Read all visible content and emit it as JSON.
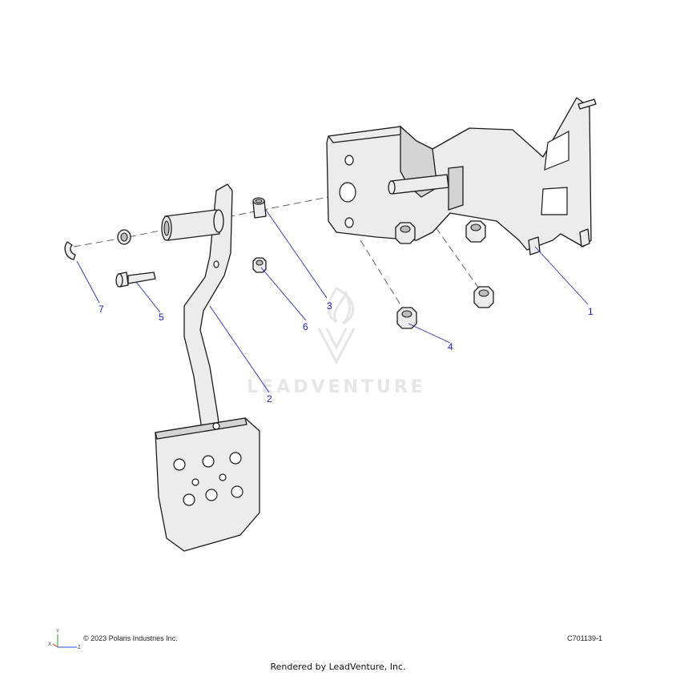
{
  "callouts": [
    "1",
    "2",
    "3",
    "4",
    "5",
    "6",
    "7"
  ],
  "watermark": "LEADVENTURE",
  "footer": {
    "copyright": "© 2023 Polaris Industries Inc.",
    "drawing_id": "C701139-1",
    "rendered_by": "Rendered by LeadVenture, Inc."
  },
  "axis_labels": {
    "x": "X",
    "y": "Y",
    "z": "Z"
  },
  "colors": {
    "callout": "#1a1acc",
    "leader": "#2b2bb0",
    "part_fill": "#ececec",
    "outline": "#1a1a1a"
  }
}
